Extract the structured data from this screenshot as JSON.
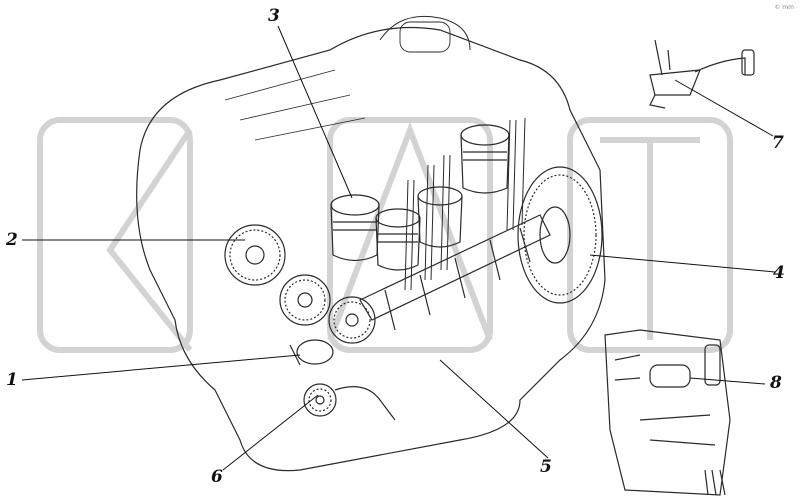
{
  "diagram": {
    "callouts": [
      {
        "id": "1",
        "label": "1"
      },
      {
        "id": "2",
        "label": "2"
      },
      {
        "id": "3",
        "label": "3"
      },
      {
        "id": "4",
        "label": "4"
      },
      {
        "id": "5",
        "label": "5"
      },
      {
        "id": "6",
        "label": "6"
      },
      {
        "id": "7",
        "label": "7"
      },
      {
        "id": "8",
        "label": "8"
      }
    ],
    "watermark": "CAT",
    "corner_mark": "© mm"
  },
  "colors": {
    "line": "#2a2a2a",
    "watermark": "#c9c9c9",
    "background": "#ffffff"
  }
}
